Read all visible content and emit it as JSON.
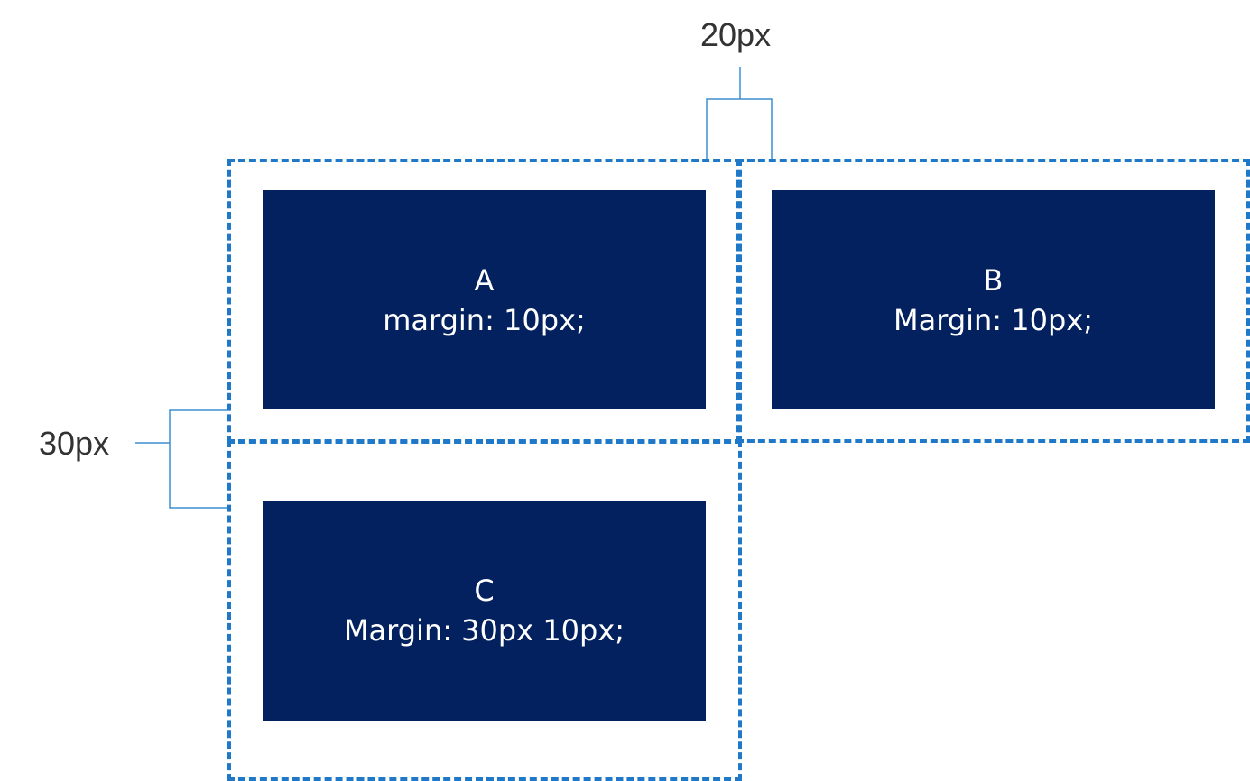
{
  "boxes": {
    "a": {
      "letter": "A",
      "rule": "margin: 10px;"
    },
    "b": {
      "letter": "B",
      "rule": "Margin: 10px;"
    },
    "c": {
      "letter": "C",
      "rule": "Margin: 30px 10px;"
    }
  },
  "measurements": {
    "horizontal_gap": "20px",
    "vertical_gap": "30px"
  },
  "colors": {
    "box_fill": "#03205f",
    "dashed_outline": "#1f78c8",
    "bracket_line": "#3f8fd2",
    "label_text": "#333333"
  }
}
